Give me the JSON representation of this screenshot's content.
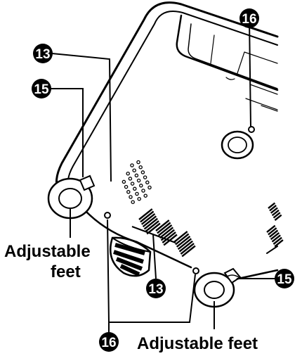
{
  "callouts": {
    "c13_top": "13",
    "c15_left": "15",
    "c16_top": "16",
    "c15_right": "15",
    "c13_bottom": "13",
    "c16_bottom": "16"
  },
  "labels": {
    "feet_left_line1": "Adjustable",
    "feet_left_line2": "feet",
    "feet_right": "Adjustable feet"
  }
}
